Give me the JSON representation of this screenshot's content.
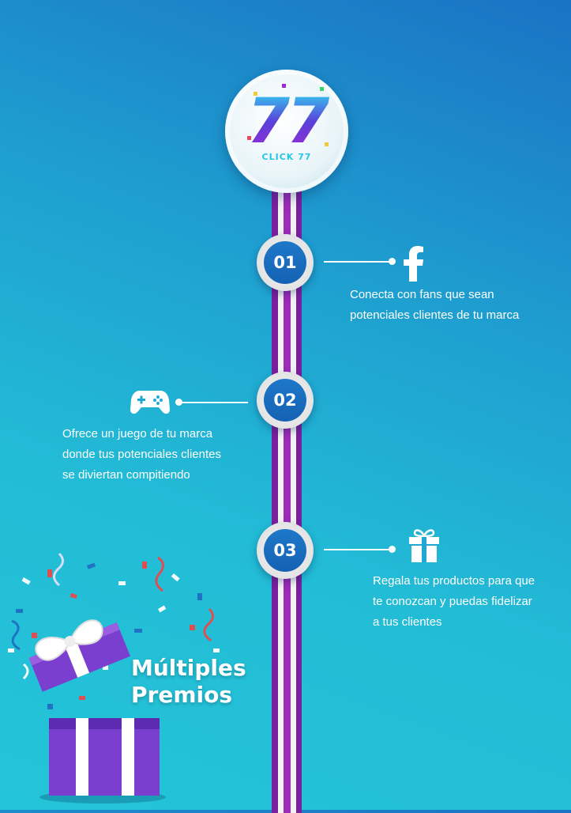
{
  "logo": {
    "number": "77",
    "brand": "CLICK 77"
  },
  "steps": [
    {
      "number": "01",
      "icon": "facebook-icon",
      "text_line1": "Conecta con fans que sean",
      "text_line2": "potenciales clientes de tu marca"
    },
    {
      "number": "02",
      "icon": "gamepad-icon",
      "text_line1": "Ofrece un juego de tu marca",
      "text_line2": "donde tus potenciales clientes",
      "text_line3": "se diviertan compitiendo"
    },
    {
      "number": "03",
      "icon": "gift-icon",
      "text_line1": "Regala tus productos para que",
      "text_line2": "te conozcan y puedas fidelizar",
      "text_line3": "a tus clientes"
    }
  ],
  "prize": {
    "line1": "Múltiples",
    "line2": "Premios"
  },
  "colors": {
    "background_top": "#1a73c4",
    "background_bottom": "#24c4d8",
    "step_circle": "#1562b4",
    "timeline_purple": "#7a1f9e",
    "gift_purple": "#7b3fd0"
  }
}
